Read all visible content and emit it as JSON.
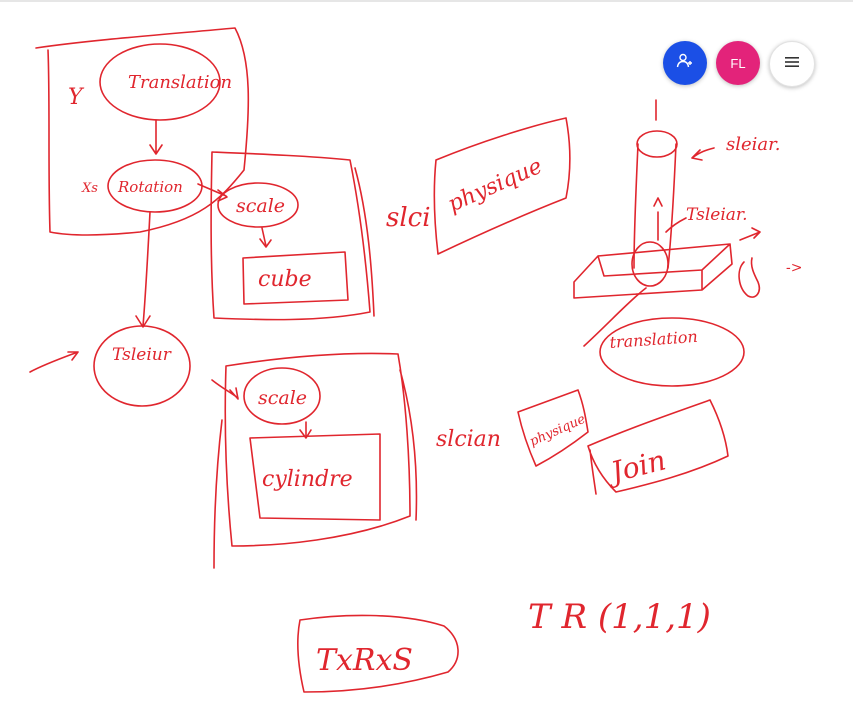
{
  "toolbar": {
    "share_icon": "person-add-icon",
    "user_initials": "FL",
    "menu_icon": "hamburger-menu-icon"
  },
  "colors": {
    "ink": "#e0262e",
    "share_button": "#1b4fe6",
    "user_avatar": "#e3237a"
  },
  "drawing": {
    "labels": {
      "y": "Y",
      "translation": "Translation",
      "xs": "Xs",
      "rotation": "Rotation",
      "scale_1": "scale",
      "cube": "cube",
      "tsleiur": "Tsleiur",
      "scale_2": "scale",
      "cylindre": "cylindre",
      "slci": "slci",
      "physique_1": "physique",
      "slcian": "slcian",
      "physique_2": "physique",
      "join": "Join",
      "sleiar": "sleiar.",
      "t_sleiar": "Tsleiar.",
      "transl": "translation",
      "arrow_note": "->",
      "formula_left": "TxRxS",
      "formula_right": "T  R  (1,1,1)"
    }
  }
}
